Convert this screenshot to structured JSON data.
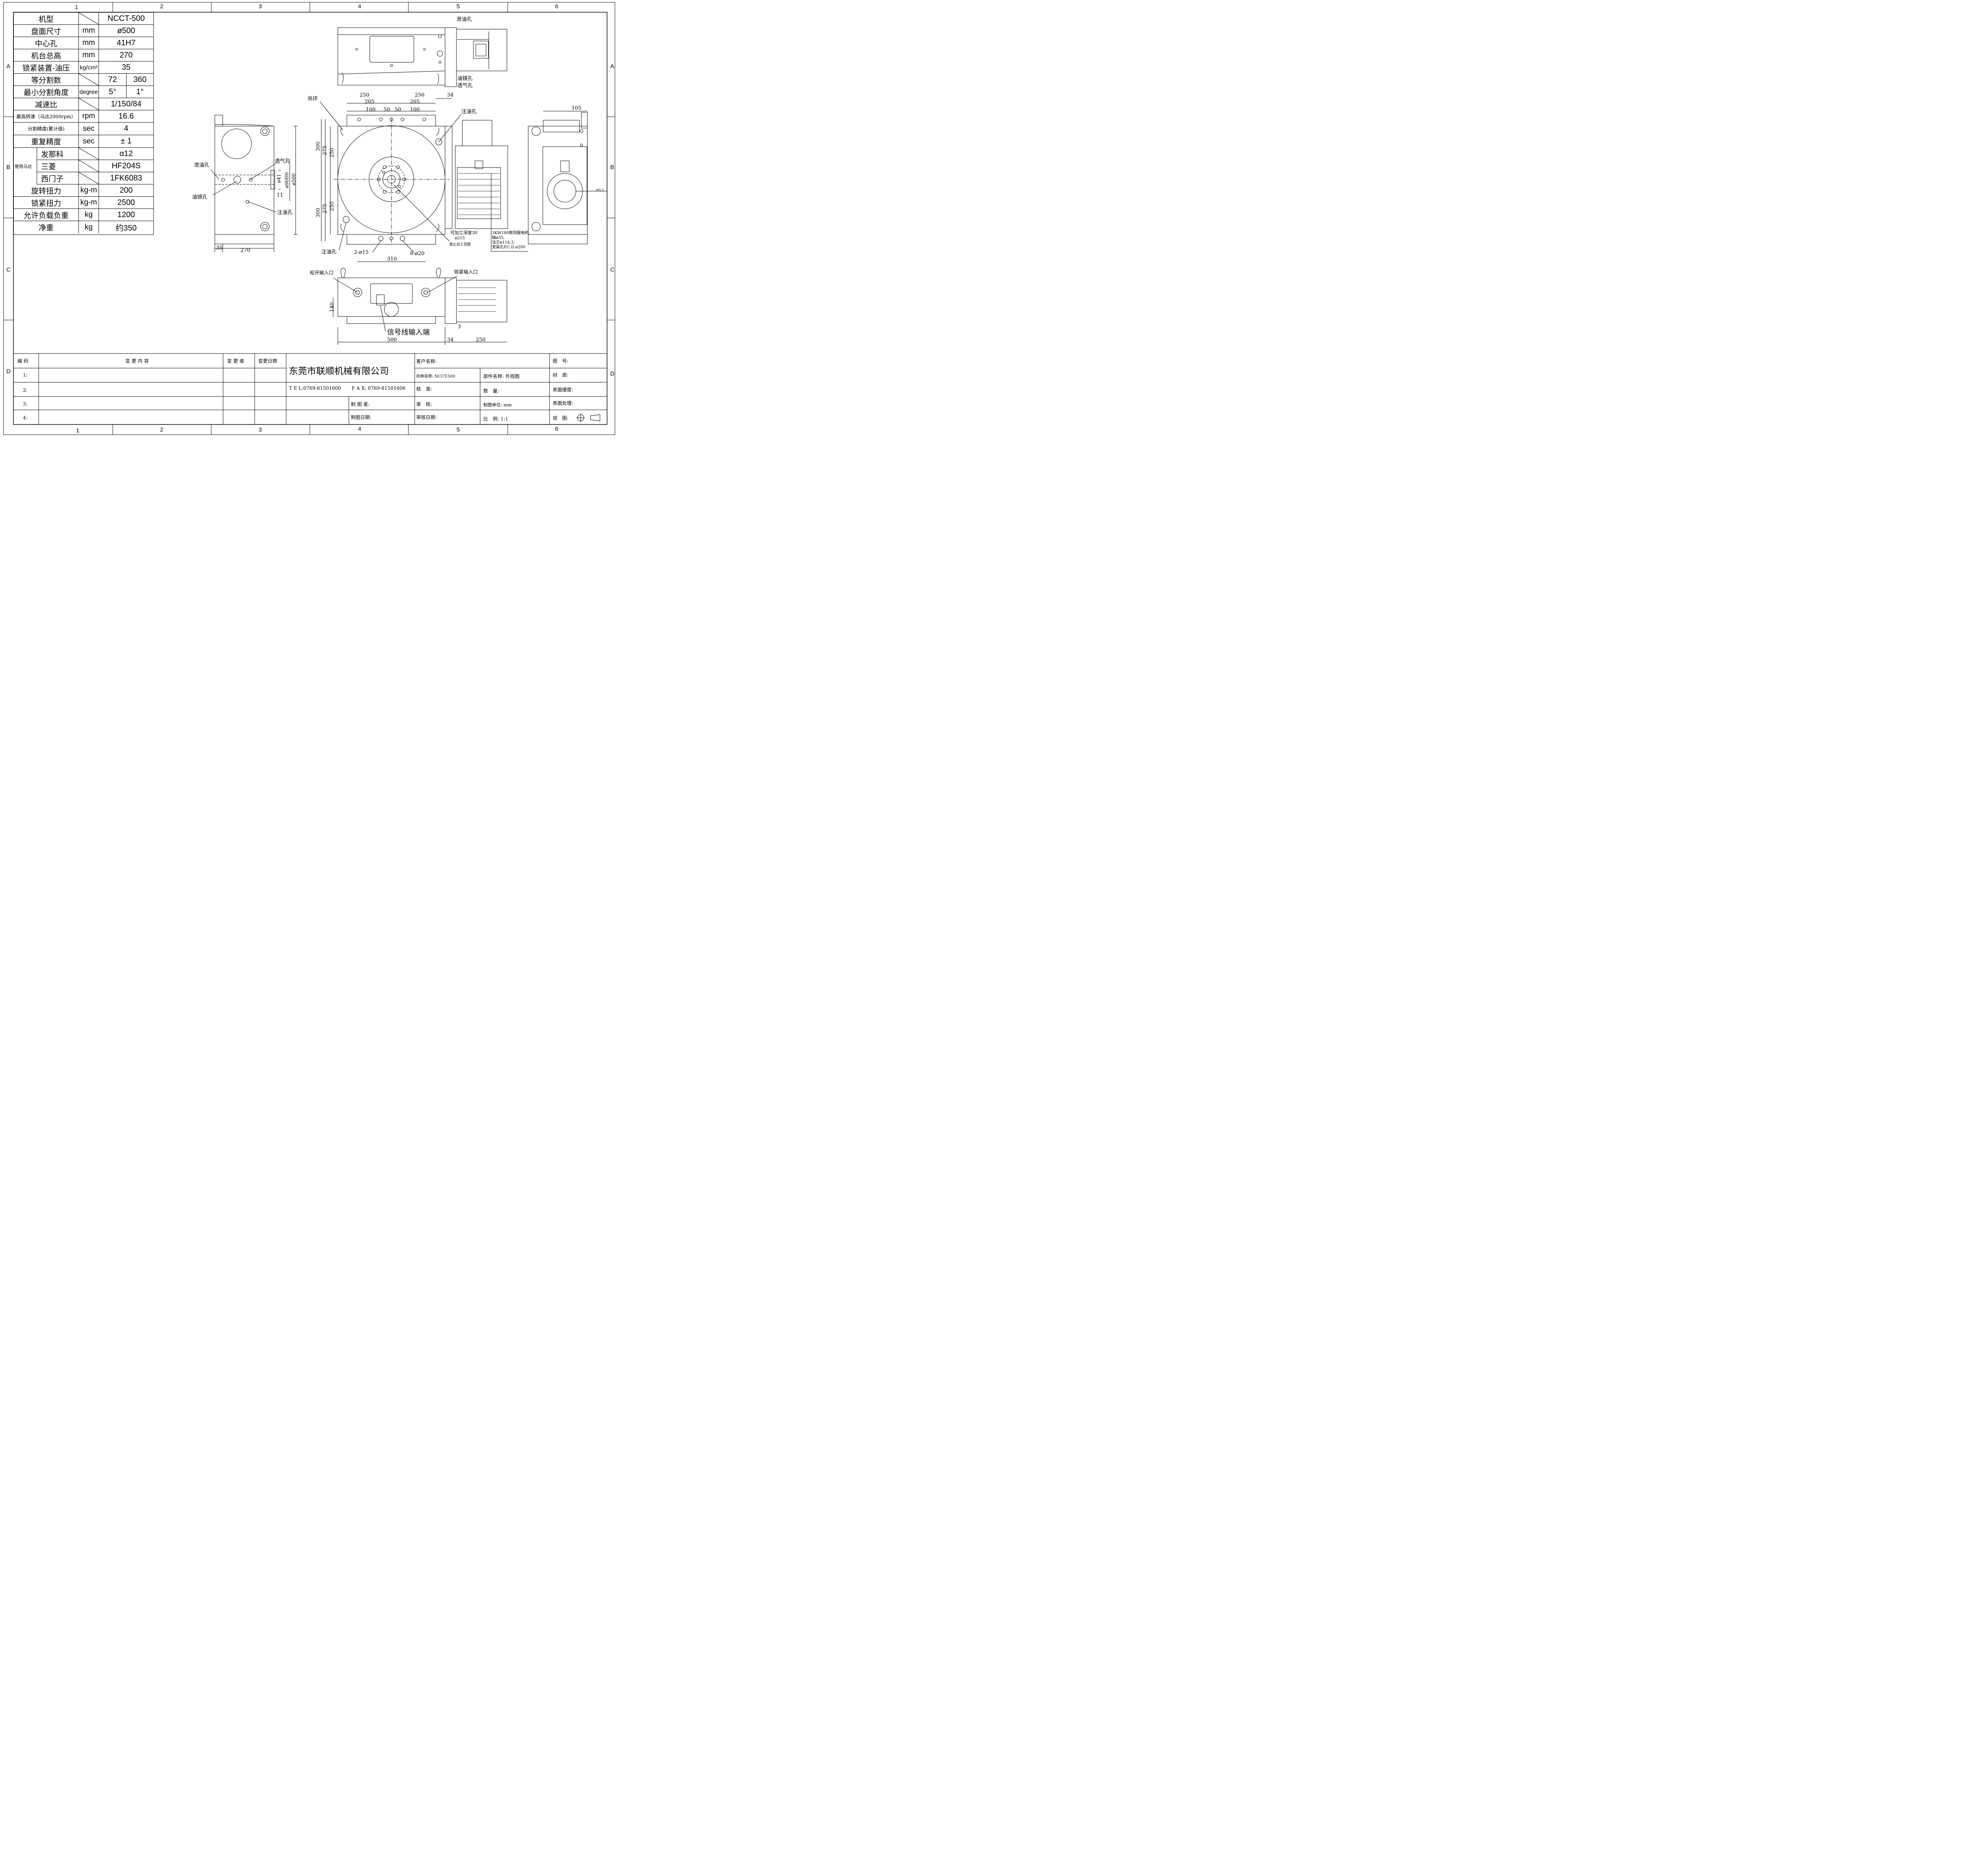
{
  "zones": {
    "columns": [
      "1",
      "2",
      "3",
      "4",
      "5",
      "6"
    ],
    "rows": [
      "A",
      "B",
      "C",
      "D"
    ]
  },
  "spec_table": {
    "rows": [
      {
        "name": "机型",
        "unit": "",
        "value": "NCCT-500"
      },
      {
        "name": "盘面尺寸",
        "unit": "mm",
        "value": "ø500"
      },
      {
        "name": "中心孔",
        "unit": "mm",
        "value": "41H7"
      },
      {
        "name": "机台总高",
        "unit": "mm",
        "value": "270"
      },
      {
        "name": "锁紧装置-油压",
        "unit": "kg/cm²",
        "value": "35"
      },
      {
        "name": "等分割数",
        "unit": "",
        "value": "72",
        "value2": "360"
      },
      {
        "name": "最小分割角度",
        "unit": "degree",
        "value": "5°",
        "value2": "1°"
      },
      {
        "name": "减速比",
        "unit": "",
        "value": "1/150/84"
      },
      {
        "name": "最高转速（马达2000rpm）",
        "unit": "rpm",
        "value": "16.6"
      },
      {
        "name": "分割精度(累计值)",
        "unit": "sec",
        "value": "4"
      },
      {
        "name": "重复精度",
        "unit": "sec",
        "value": "± 1"
      },
      {
        "name": "发那科",
        "unit": "",
        "value": "α12",
        "group": "使用马达"
      },
      {
        "name": "三菱",
        "unit": "",
        "value": "HF204S"
      },
      {
        "name": "西门子",
        "unit": "",
        "value": "1FK6083"
      },
      {
        "name": "旋转扭力",
        "unit": "kg-m",
        "value": "200"
      },
      {
        "name": "锁紧扭力",
        "unit": "kg-m",
        "value": "2500"
      },
      {
        "name": "允许负载负重",
        "unit": "kg",
        "value": "1200"
      },
      {
        "name": "净重",
        "unit": "kg",
        "value": "约350"
      }
    ]
  },
  "callouts": {
    "top_view": {
      "drain": "泄油孔",
      "sight": "油镜孔",
      "vent": "透气孔"
    },
    "left_view": {
      "drain": "泄油孔",
      "vent": "透气孔",
      "sight": "油镜孔",
      "fill": "注油孔"
    },
    "front_view": {
      "ring": "吊环",
      "fill": "注油孔",
      "fill2": "注油孔",
      "holes_a": "2-ø15",
      "holes_b": "8-ø20",
      "depth": "可加工深度30",
      "dia": "ø215",
      "forbid": "禁止加工范围"
    },
    "motor_note": [
      "3KW180框伺服电机,",
      "轴ø35,",
      "法兰ø114.3,",
      "安装孔P.C.D ø200"
    ],
    "bottom_view": {
      "release": "松开输入口",
      "lock": "锁紧输入口",
      "signal": "信号线输入端"
    }
  },
  "dimensions": {
    "front_top": [
      "250",
      "250",
      "34",
      "205",
      "205",
      "100",
      "50",
      "50",
      "100"
    ],
    "front_left": [
      "300",
      "275",
      "250",
      "300",
      "275",
      "250"
    ],
    "left_view": [
      "ø41",
      "ø90H6",
      "ø500",
      "11",
      "35",
      "270"
    ],
    "right_view": [
      "105",
      "ø91.2"
    ],
    "bottom": [
      "310",
      "140",
      "500",
      "34",
      "250",
      "3"
    ]
  },
  "title_block": {
    "headers": {
      "code": "编 码",
      "content": "变 更 内 容",
      "changer": "变 更 者",
      "date": "变更日期"
    },
    "row_numbers": [
      "1:",
      "2:",
      "3:",
      "4:"
    ],
    "company": "东莞市联顺机械有限公司",
    "tel": "T E L:0769-81501600",
    "fax": "F A X: 0769-81501606",
    "drawer": "制 图 者:",
    "draw_date": "制图日期:",
    "customer": "客户名称:",
    "model": "机种名称: NCCT-500",
    "approve": "核　准:",
    "review": "审　核:",
    "review_date": "审核日期:",
    "part": "部件名称: 外观图",
    "qty": "数　量:",
    "unit": "制图单位: mm",
    "scale": "比　例: 1:1",
    "drawing_no": "图　号:",
    "material": "材　质:",
    "hardness": "表面硬度:",
    "treatment": "表面处理:",
    "view": "视　图:"
  }
}
